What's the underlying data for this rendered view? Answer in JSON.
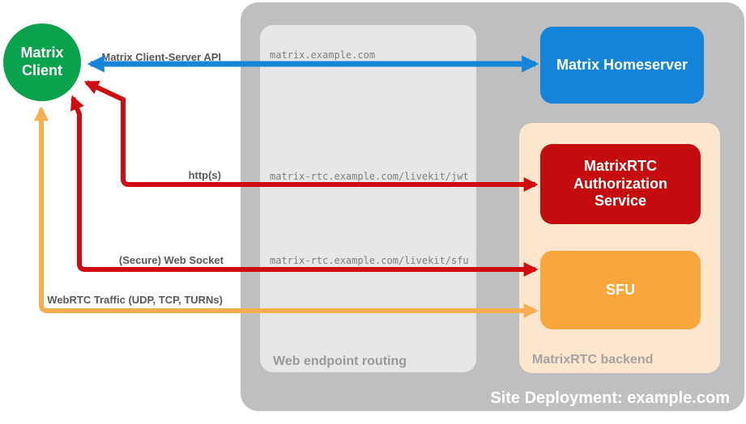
{
  "colors": {
    "canvas_bg": "#ffffff",
    "site_container": "#bfbfbf",
    "routing_box": "#e7e7e7",
    "backend_box": "#fce6cd",
    "client_green": "#0ba24d",
    "homeserver_blue": "#1484d9",
    "auth_red": "#c40b0d",
    "sfu_orange": "#f9a63c",
    "arrow_blue": "#1684d9",
    "arrow_red": "#d10c10",
    "arrow_orange": "#f7ae52"
  },
  "nodes": {
    "client": {
      "label": "Matrix Client"
    },
    "homeserver": {
      "label": "Matrix Homeserver"
    },
    "auth_service": {
      "label": "MatrixRTC Authorization Service"
    },
    "sfu": {
      "label": "SFU"
    }
  },
  "containers": {
    "site": {
      "label": "Site Deployment: example.com"
    },
    "routing": {
      "label": "Web endpoint routing"
    },
    "backend": {
      "label": "MatrixRTC backend"
    }
  },
  "endpoints": {
    "homeserver": "matrix.example.com",
    "jwt": "matrix-rtc.example.com/livekit/jwt",
    "sfu": "matrix-rtc.example.com/livekit/sfu"
  },
  "connections": [
    {
      "label": "Matrix Client-Server API",
      "from": "Matrix Client",
      "to": "Matrix Homeserver",
      "bidirectional": true
    },
    {
      "label": "http(s)",
      "from": "Matrix Client",
      "to": "MatrixRTC Authorization Service",
      "bidirectional": true
    },
    {
      "label": "(Secure) Web Socket",
      "from": "Matrix Client",
      "to": "SFU",
      "bidirectional": true
    },
    {
      "label": "WebRTC Traffic (UDP, TCP, TURNs)",
      "from": "Matrix Client",
      "to": "SFU",
      "bidirectional": true
    }
  ]
}
